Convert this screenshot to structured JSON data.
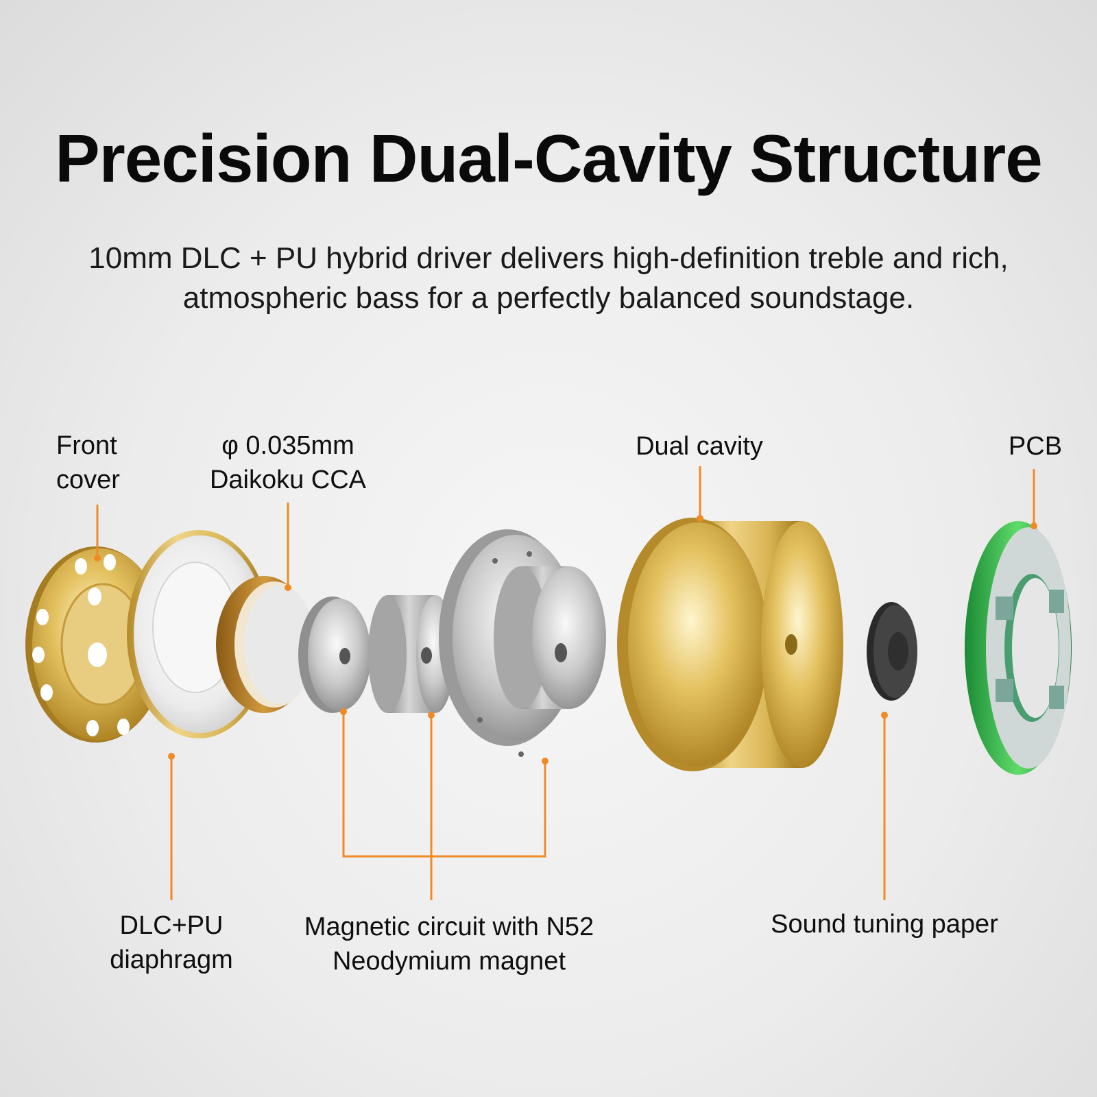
{
  "header": {
    "title": "Precision Dual-Cavity Structure",
    "subtitle_line1": "10mm DLC + PU hybrid driver delivers high-definition treble and rich,",
    "subtitle_line2": "atmospheric bass for a perfectly balanced soundstage."
  },
  "labels": {
    "front_cover_1": "Front",
    "front_cover_2": "cover",
    "cca_1": "φ 0.035mm",
    "cca_2": "Daikoku CCA",
    "dual_cavity": "Dual cavity",
    "pcb": "PCB",
    "diaphragm_1": "DLC+PU",
    "diaphragm_2": "diaphragm",
    "magnet_1": "Magnetic circuit with N52",
    "magnet_2": "Neodymium magnet",
    "tuning_paper": "Sound tuning paper"
  },
  "colors": {
    "leader": "#f08a24",
    "gold": "#d9b54e",
    "silver": "#b9b9b9",
    "pcb_green": "#2fb04a"
  }
}
